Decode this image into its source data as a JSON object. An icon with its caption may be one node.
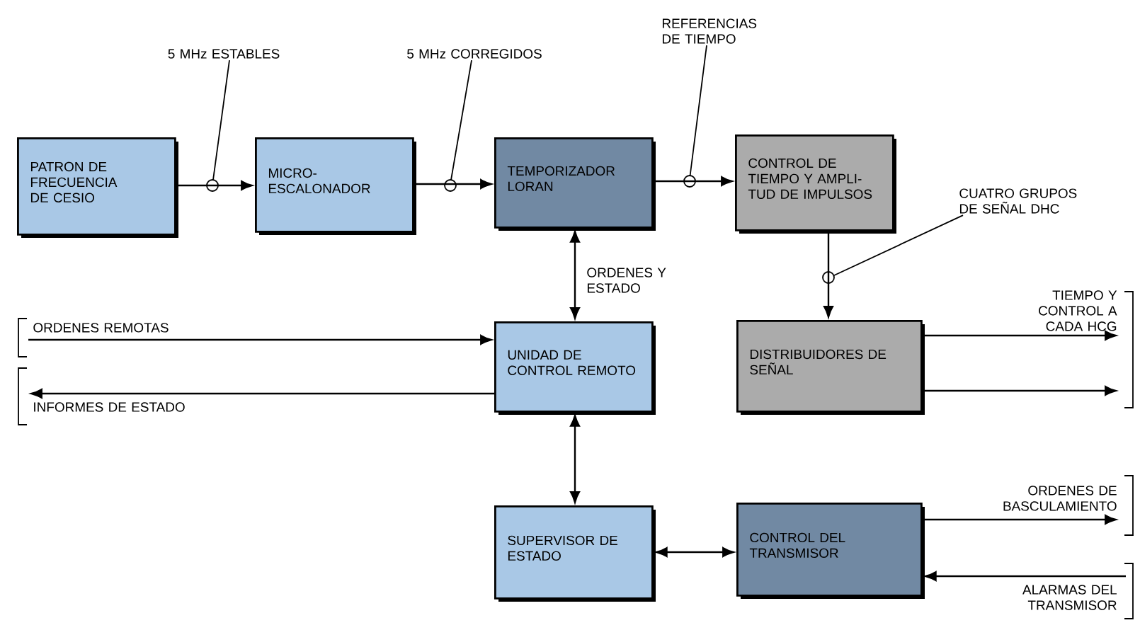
{
  "diagram": {
    "nodes": [
      {
        "text": [
          "PATRON DE FRECUENCIA DE CESIO"
        ]
      },
      {
        "text": [
          "MICRO- ESCALONADOR"
        ]
      },
      {
        "text": [
          "TEMPORIZADOR LORAN"
        ]
      },
      {
        "text": [
          "CONTROL DE TIEMPO Y AMPLI- TUD DE IMPULSOS"
        ]
      },
      {
        "text": [
          "UNIDAD DE CONTROL REMOTO"
        ]
      },
      {
        "text": [
          "DISTRIBUIDORES DE SEÑAL"
        ]
      },
      {
        "text": [
          "SUPERVISOR DE ESTADO"
        ]
      },
      {
        "text": [
          "CONTROL DEL TRANSMISOR"
        ]
      },
      {
        "text": [
          "5 MHz ESTABLES"
        ]
      },
      {
        "text": [
          "5 MHz CORREGIDOS"
        ]
      },
      {
        "text": [
          "REFERENCIAS DE TIEMPO"
        ]
      },
      {
        "text": [
          "CUATRO GRUPOS DE SEÑAL DHC"
        ]
      },
      {
        "text": [
          "TIEMPO Y CONTROL A CADA HCG"
        ]
      }
    ],
    "edges": [
      {
        "from": 0,
        "to": 1,
        "arrow": "to"
      },
      {
        "from": 1,
        "to": 2,
        "arrow": "to"
      },
      {
        "from": 2,
        "to": 3,
        "arrow": "to"
      },
      {
        "from": 3,
        "to": 5,
        "arrow": "to"
      },
      {
        "from": 2,
        "to": 4,
        "arrow": "both",
        "label": "ORDENES Y ESTADO"
      },
      {
        "from": 4,
        "to": 6,
        "arrow": "both"
      },
      {
        "from": 6,
        "to": 7,
        "arrow": "both"
      },
      {
        "from": null,
        "to": 4,
        "arrow": "to",
        "label": "ORDENES REMOTAS"
      },
      {
        "from": 4,
        "to": null,
        "arrow": "to",
        "label": "INFORMES DE ESTADO"
      },
      {
        "from": 5,
        "to": 12,
        "arrow": "to"
      },
      {
        "from": 5,
        "to": 12,
        "arrow": "to"
      },
      {
        "from": 7,
        "to": null,
        "arrow": "to",
        "label": "ORDENES DE BASCULAMIENTO"
      },
      {
        "from": null,
        "to": 7,
        "arrow": "to",
        "label": "ALARMAS DEL TRANSMISOR"
      },
      {
        "from": 8,
        "to": null,
        "arrow": "other"
      },
      {
        "from": 9,
        "to": null,
        "arrow": "other"
      },
      {
        "from": 10,
        "to": null,
        "arrow": "other"
      },
      {
        "from": 11,
        "to": null,
        "arrow": "other"
      }
    ]
  }
}
